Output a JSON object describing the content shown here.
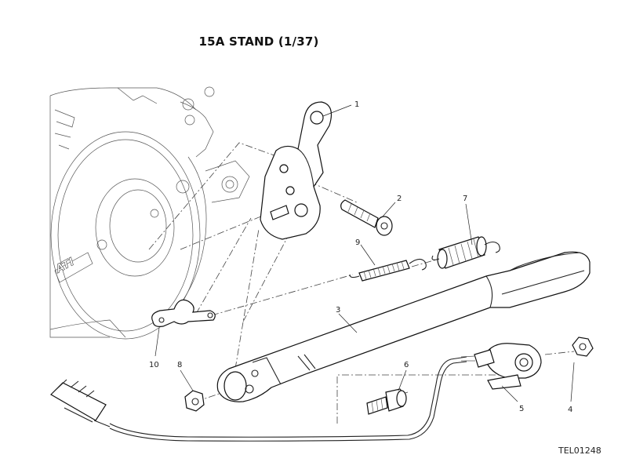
{
  "title": "15A STAND (1/37)",
  "drawing_code": "TEL01248",
  "engine_brand_fragment": "ATI",
  "callouts": {
    "c1": "1",
    "c2": "2",
    "c3": "3",
    "c4": "4",
    "c5": "5",
    "c6": "6",
    "c7": "7",
    "c8": "8",
    "c9": "9",
    "c10": "10"
  }
}
